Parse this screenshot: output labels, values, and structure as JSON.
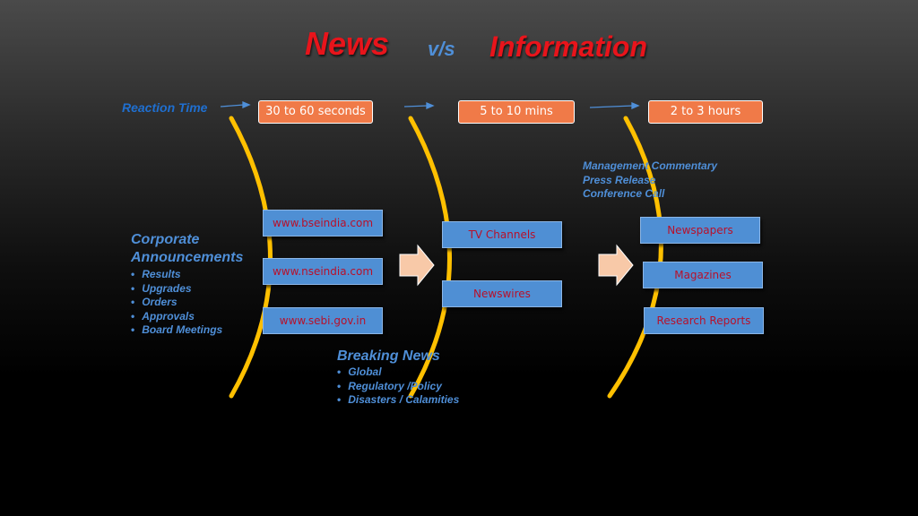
{
  "title": {
    "left": "News",
    "vs": "v/s",
    "right": "Information"
  },
  "reaction_time_label": "Reaction Time",
  "time_boxes": [
    "30 to 60 seconds",
    "5 to 10 mins",
    "2 to 3 hours"
  ],
  "news_sources": [
    "www.bseindia.com",
    "www.nseindia.com",
    "www.sebi.gov.in"
  ],
  "mid_sources": [
    "TV Channels",
    "Newswires"
  ],
  "info_sources": [
    "Newspapers",
    "Magazines",
    "Research Reports"
  ],
  "corporate": {
    "heading_line1": "Corporate",
    "heading_line2": "Announcements",
    "items": [
      "Results",
      "Upgrades",
      "Orders",
      "Approvals",
      "Board Meetings"
    ]
  },
  "breaking": {
    "heading": "Breaking News",
    "items": [
      "Global",
      "Regulatory /Policy",
      "Disasters / Calamities"
    ]
  },
  "management": [
    "Management Commentary",
    "Press Release",
    "Conference Call"
  ],
  "colors": {
    "title_red": "#e8141b",
    "accent_blue": "#4f8fd8",
    "time_box_orange": "#f07a48",
    "source_box_blue": "#4f8fd4",
    "source_text_red": "#b8102a",
    "bracket_yellow": "#ffc000",
    "arrow_peach": "#f8c9a8"
  }
}
